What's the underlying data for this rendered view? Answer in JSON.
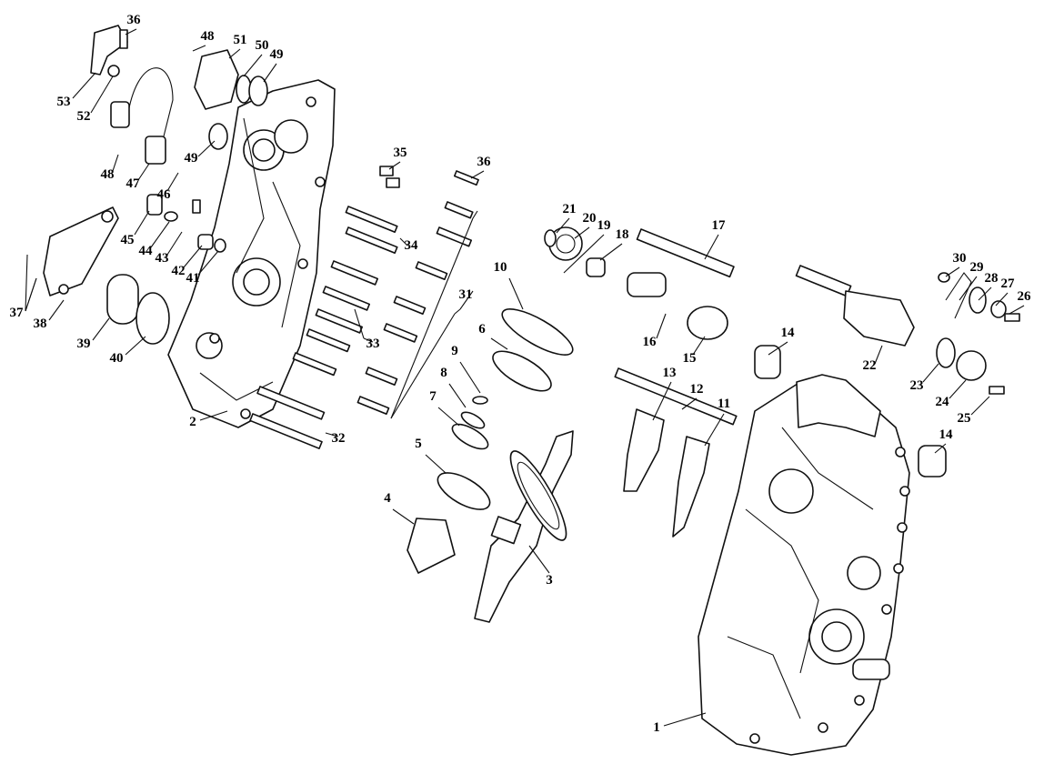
{
  "diagram": {
    "callouts": [
      {
        "id": "c1",
        "label": "1"
      },
      {
        "id": "c2",
        "label": "2"
      },
      {
        "id": "c3",
        "label": "3"
      },
      {
        "id": "c4",
        "label": "4"
      },
      {
        "id": "c5",
        "label": "5"
      },
      {
        "id": "c6",
        "label": "6"
      },
      {
        "id": "c7",
        "label": "7"
      },
      {
        "id": "c8",
        "label": "8"
      },
      {
        "id": "c9",
        "label": "9"
      },
      {
        "id": "c10",
        "label": "10"
      },
      {
        "id": "c11",
        "label": "11"
      },
      {
        "id": "c12",
        "label": "12"
      },
      {
        "id": "c13",
        "label": "13"
      },
      {
        "id": "c14a",
        "label": "14"
      },
      {
        "id": "c14b",
        "label": "14"
      },
      {
        "id": "c15",
        "label": "15"
      },
      {
        "id": "c16",
        "label": "16"
      },
      {
        "id": "c17",
        "label": "17"
      },
      {
        "id": "c18",
        "label": "18"
      },
      {
        "id": "c19",
        "label": "19"
      },
      {
        "id": "c20",
        "label": "20"
      },
      {
        "id": "c21",
        "label": "21"
      },
      {
        "id": "c22",
        "label": "22"
      },
      {
        "id": "c23",
        "label": "23"
      },
      {
        "id": "c24",
        "label": "24"
      },
      {
        "id": "c25",
        "label": "25"
      },
      {
        "id": "c26",
        "label": "26"
      },
      {
        "id": "c27",
        "label": "27"
      },
      {
        "id": "c28",
        "label": "28"
      },
      {
        "id": "c29",
        "label": "29"
      },
      {
        "id": "c30",
        "label": "30"
      },
      {
        "id": "c31",
        "label": "31"
      },
      {
        "id": "c32",
        "label": "32"
      },
      {
        "id": "c33",
        "label": "33"
      },
      {
        "id": "c34",
        "label": "34"
      },
      {
        "id": "c35",
        "label": "35"
      },
      {
        "id": "c36a",
        "label": "36"
      },
      {
        "id": "c36b",
        "label": "36"
      },
      {
        "id": "c37",
        "label": "37"
      },
      {
        "id": "c38",
        "label": "38"
      },
      {
        "id": "c39",
        "label": "39"
      },
      {
        "id": "c40",
        "label": "40"
      },
      {
        "id": "c41",
        "label": "41"
      },
      {
        "id": "c42",
        "label": "42"
      },
      {
        "id": "c43",
        "label": "43"
      },
      {
        "id": "c44",
        "label": "44"
      },
      {
        "id": "c45",
        "label": "45"
      },
      {
        "id": "c46",
        "label": "46"
      },
      {
        "id": "c47",
        "label": "47"
      },
      {
        "id": "c48a",
        "label": "48"
      },
      {
        "id": "c48b",
        "label": "48"
      },
      {
        "id": "c49a",
        "label": "49"
      },
      {
        "id": "c49b",
        "label": "49"
      },
      {
        "id": "c50",
        "label": "50"
      },
      {
        "id": "c51",
        "label": "51"
      },
      {
        "id": "c52",
        "label": "52"
      },
      {
        "id": "c53",
        "label": "53"
      }
    ]
  }
}
